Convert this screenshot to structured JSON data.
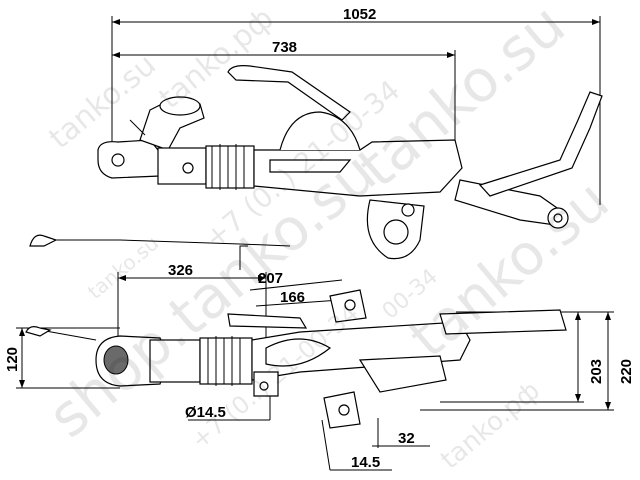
{
  "dimensions": {
    "overall_length": "1052",
    "coupling_to_axle": "738",
    "head_to_pivot": "326",
    "span_a": "207",
    "span_b": "166",
    "left_height": "120",
    "inner_height": "203",
    "outer_height": "220",
    "hole_diameter": "Ø14.5",
    "flange_offset": "32",
    "flange_thickness": "14.5"
  },
  "watermarks": {
    "site": "tanko.su",
    "site_alt": "tanko.рф",
    "phone": "+7 (0..) 21-00-34",
    "phone_b": "00-34",
    "brand": "shop.tanko.su"
  }
}
